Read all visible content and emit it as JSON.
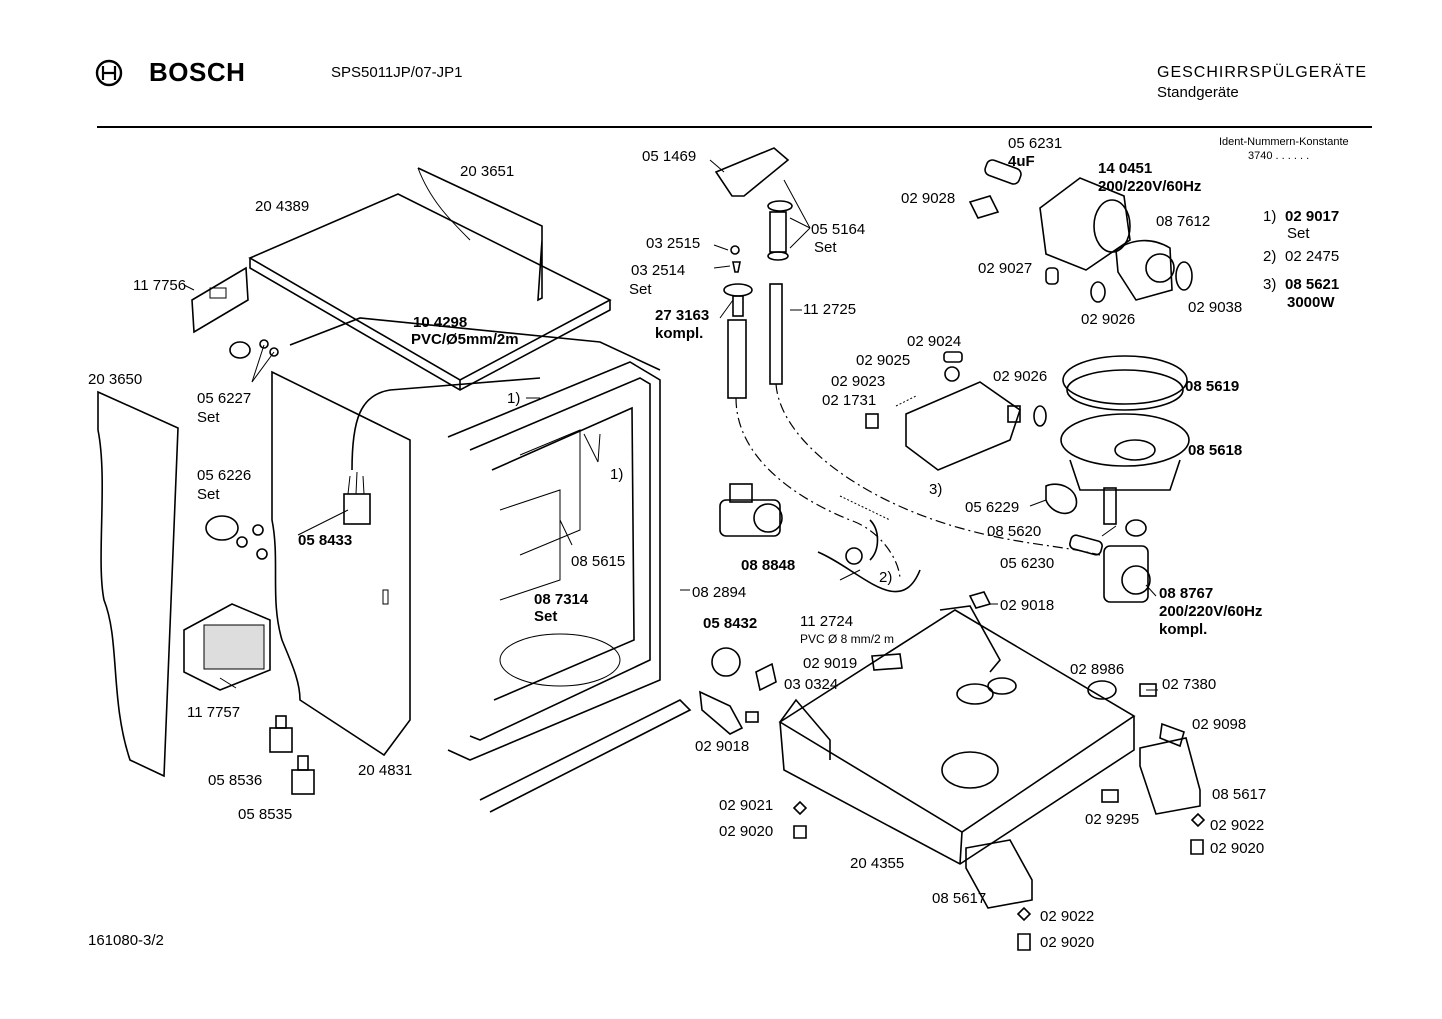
{
  "header": {
    "brand": "BOSCH",
    "model": "SPS5011JP/07-JP1",
    "category": "GESCHIRRSPÜLGERÄTE",
    "subcategory": "Standgeräte"
  },
  "ident": {
    "title": "Ident-Nummern-Konstante",
    "value": "3740  . .  . . . ."
  },
  "footnotes": [
    {
      "mark": "1)",
      "part": "02 9017",
      "note": "Set"
    },
    {
      "mark": "2)",
      "part": "02 2475",
      "note": ""
    },
    {
      "mark": "3)",
      "part": "08 5621",
      "note": "3000W"
    }
  ],
  "drawing_number": "161080-3/2",
  "labels": {
    "p203651": "20 3651",
    "p204389": "20 4389",
    "p117756": "11 7756",
    "p104298a": "10 4298",
    "p104298b": "PVC/Ø5mm/2m",
    "p203650": "20 3650",
    "p056227a": "05 6227",
    "p056227b": "Set",
    "p056226a": "05 6226",
    "p056226b": "Set",
    "p058433": "05 8433",
    "p117757": "11 7757",
    "p058536": "05 8536",
    "p058535": "05 8535",
    "p204831": "20 4831",
    "p1a": "1)",
    "p1b": "1)",
    "p085615": "08 5615",
    "p087314a": "08 7314",
    "p087314b": "Set",
    "p051469": "05 1469",
    "p055164a": "05 5164",
    "p055164b": "Set",
    "p032515": "03 2515",
    "p032514a": "03 2514",
    "p032514b": "Set",
    "p273163a": "27 3163",
    "p273163b": "kompl.",
    "p112725": "11 2725",
    "p088848": "08 8848",
    "p082894": "08 2894",
    "p112724a": "11 2724",
    "p112724b": "PVC  Ø 8 mm/2 m",
    "p2": "2)",
    "p058432": "05 8432",
    "p030324": "03 0324",
    "p029018a": "02 9018",
    "p029018b": "02 9018",
    "p029021": "02 9021",
    "p029020a": "02 9020",
    "p029020b": "02 9020",
    "p029020c": "02 9020",
    "p029019": "02 9019",
    "p204355": "20 4355",
    "p085617a": "08 5617",
    "p085617b": "08 5617",
    "p029022a": "02 9022",
    "p029022b": "02 9022",
    "p056231a": "05 6231",
    "p056231b": "4uF",
    "p140451a": "14 0451",
    "p140451b": "200/220V/60Hz",
    "p029028": "02 9028",
    "p087612": "08 7612",
    "p029027": "02 9027",
    "p029026a": "02 9026",
    "p029026b": "02 9026",
    "p029038": "02 9038",
    "p029024": "02 9024",
    "p029025": "02 9025",
    "p029023": "02 9023",
    "p021731": "02 1731",
    "p3": "3)",
    "p085619": "08 5619",
    "p085618": "08 5618",
    "p056229": "05 6229",
    "p085620": "08 5620",
    "p056230": "05 6230",
    "p088767a": "08 8767",
    "p088767b": "200/220V/60Hz",
    "p088767c": "kompl.",
    "p028986": "02 8986",
    "p027380": "02 7380",
    "p029098": "02 9098",
    "p029295": "02 9295"
  }
}
